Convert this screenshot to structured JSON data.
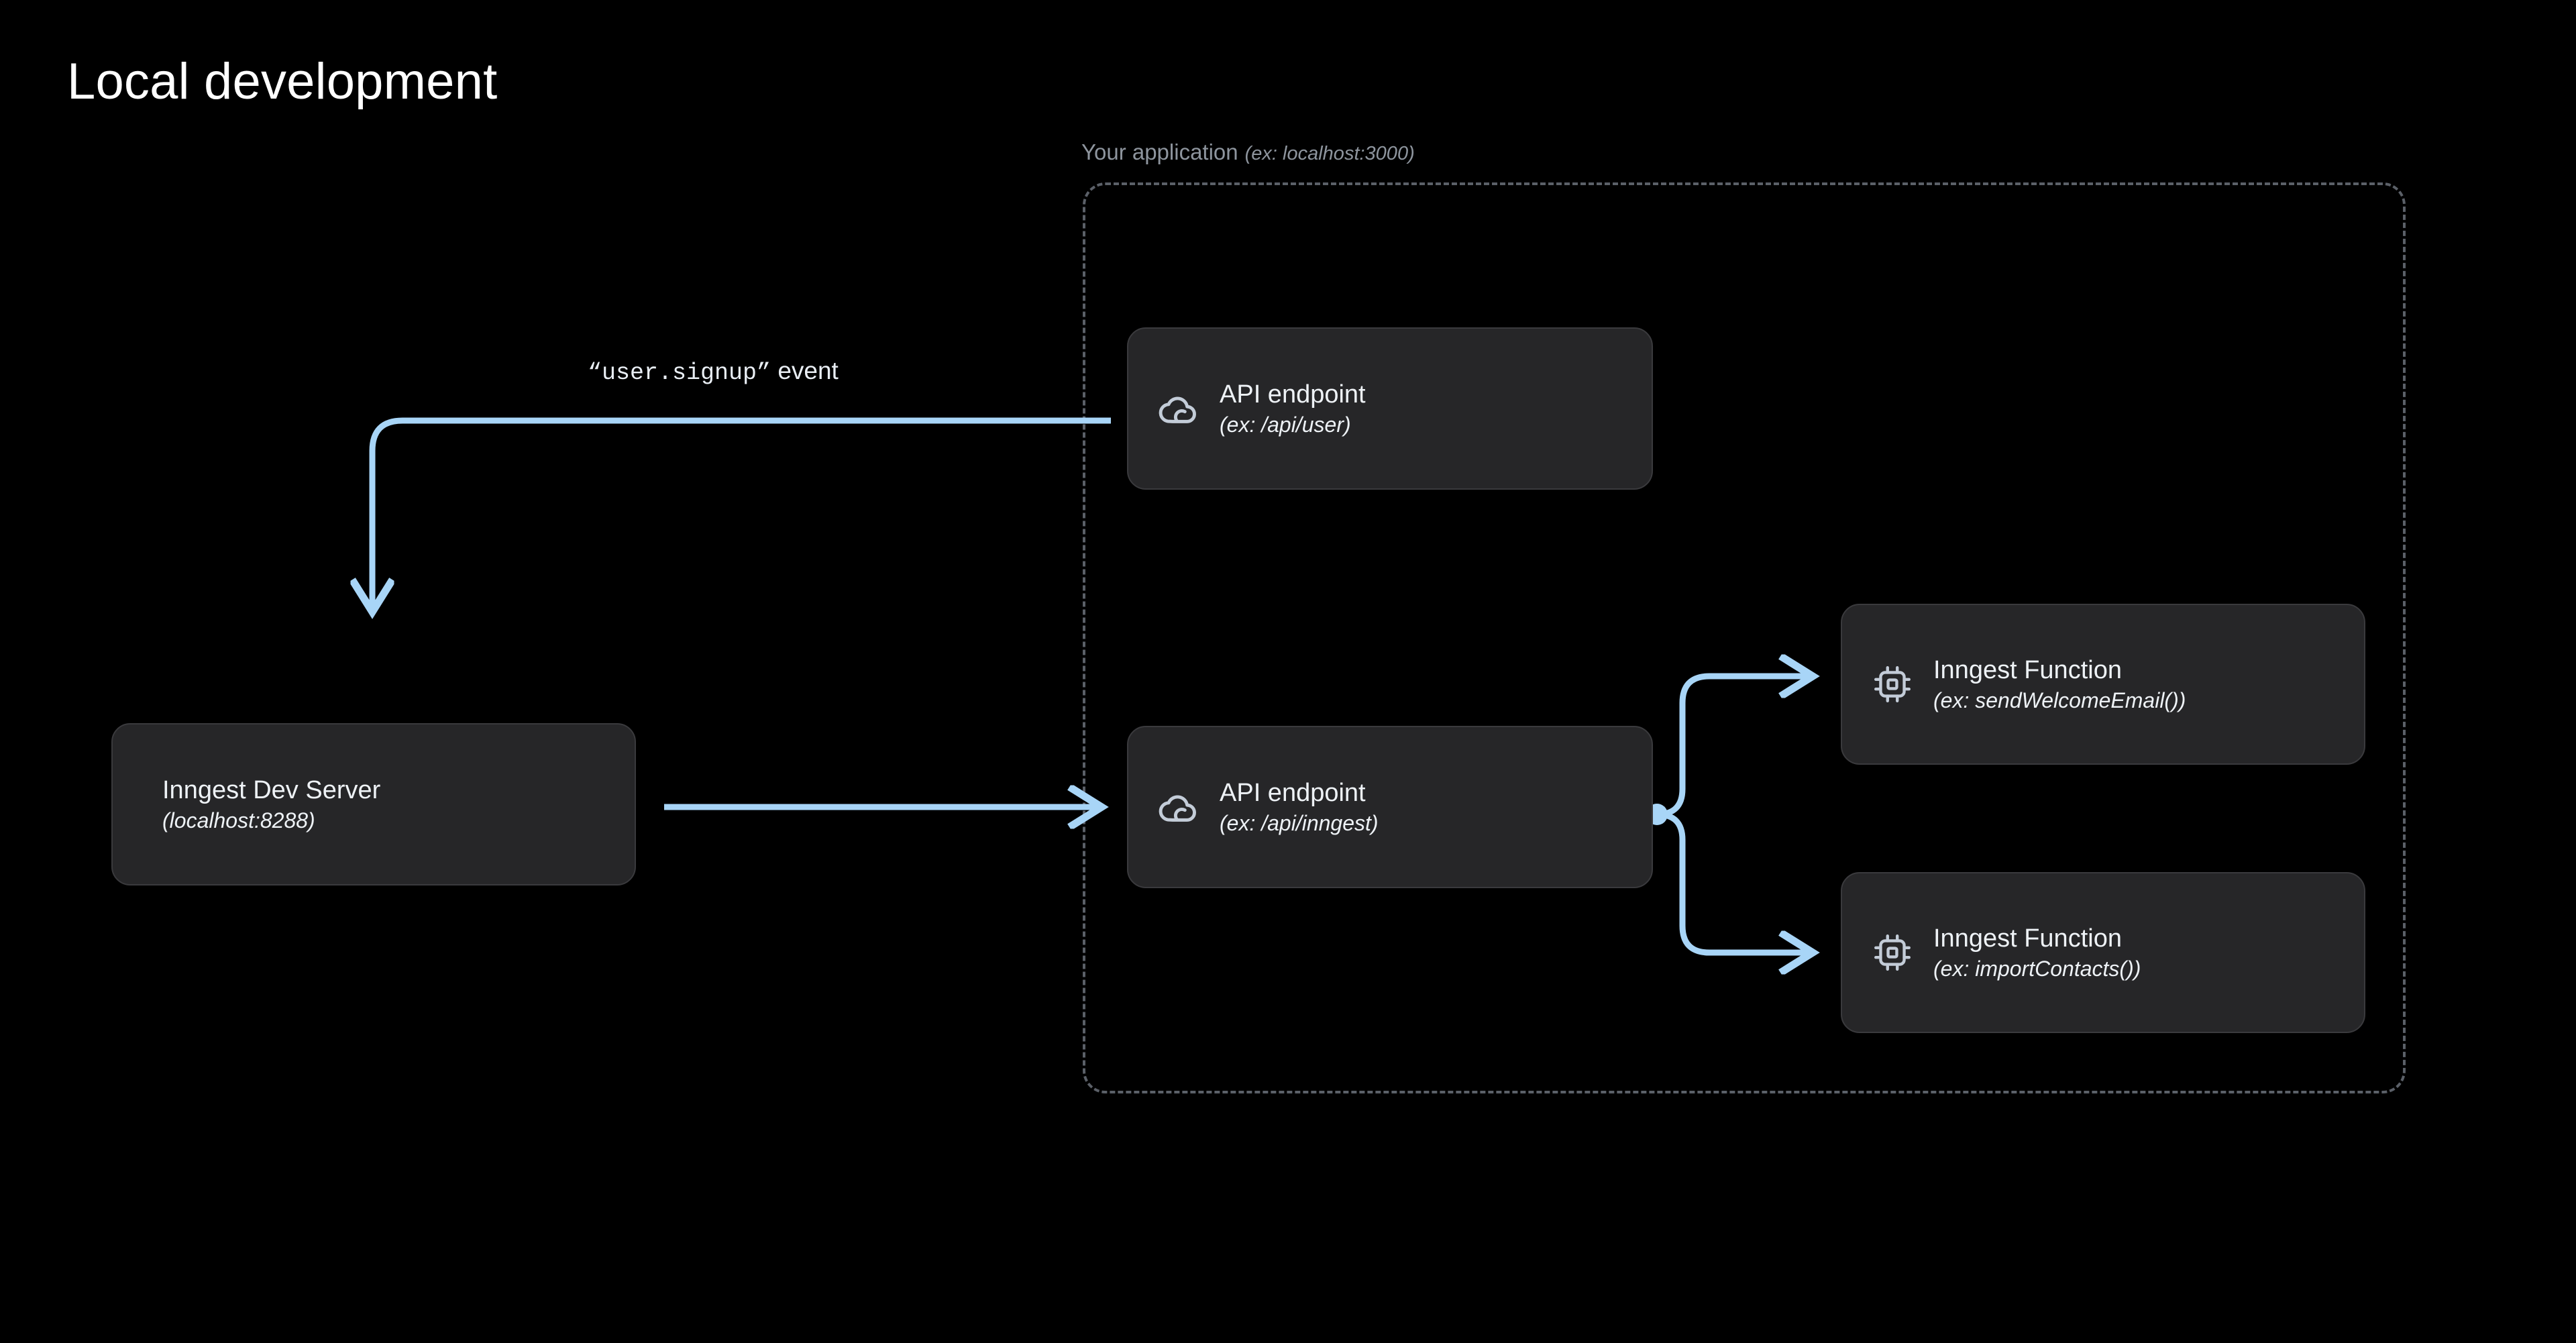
{
  "page": {
    "title": "Local development",
    "background_color": "#000000",
    "accent_color": "#a8d5f7",
    "node_bg_color": "#262628",
    "muted_text_color": "#8e959e"
  },
  "container": {
    "label": "Your application",
    "sublabel": "(ex: localhost:3000)",
    "border_style": "dashed"
  },
  "edges": {
    "event_label_quoted": "“user.signup”",
    "event_label_suffix": " event"
  },
  "nodes": {
    "api_user": {
      "icon": "cloud-icon",
      "title": "API endpoint",
      "sub": "(ex: /api/user)"
    },
    "api_inngest": {
      "icon": "cloud-icon",
      "title": "API endpoint",
      "sub": "(ex: /api/inngest)"
    },
    "dev_server": {
      "title": "Inngest Dev Server",
      "sub": "(localhost:8288)"
    },
    "fn_welcome": {
      "icon": "cpu-chip-icon",
      "title": "Inngest Function",
      "sub": "(ex: sendWelcomeEmail())"
    },
    "fn_import": {
      "icon": "cpu-chip-icon",
      "title": "Inngest Function",
      "sub": "(ex: importContacts())"
    }
  }
}
